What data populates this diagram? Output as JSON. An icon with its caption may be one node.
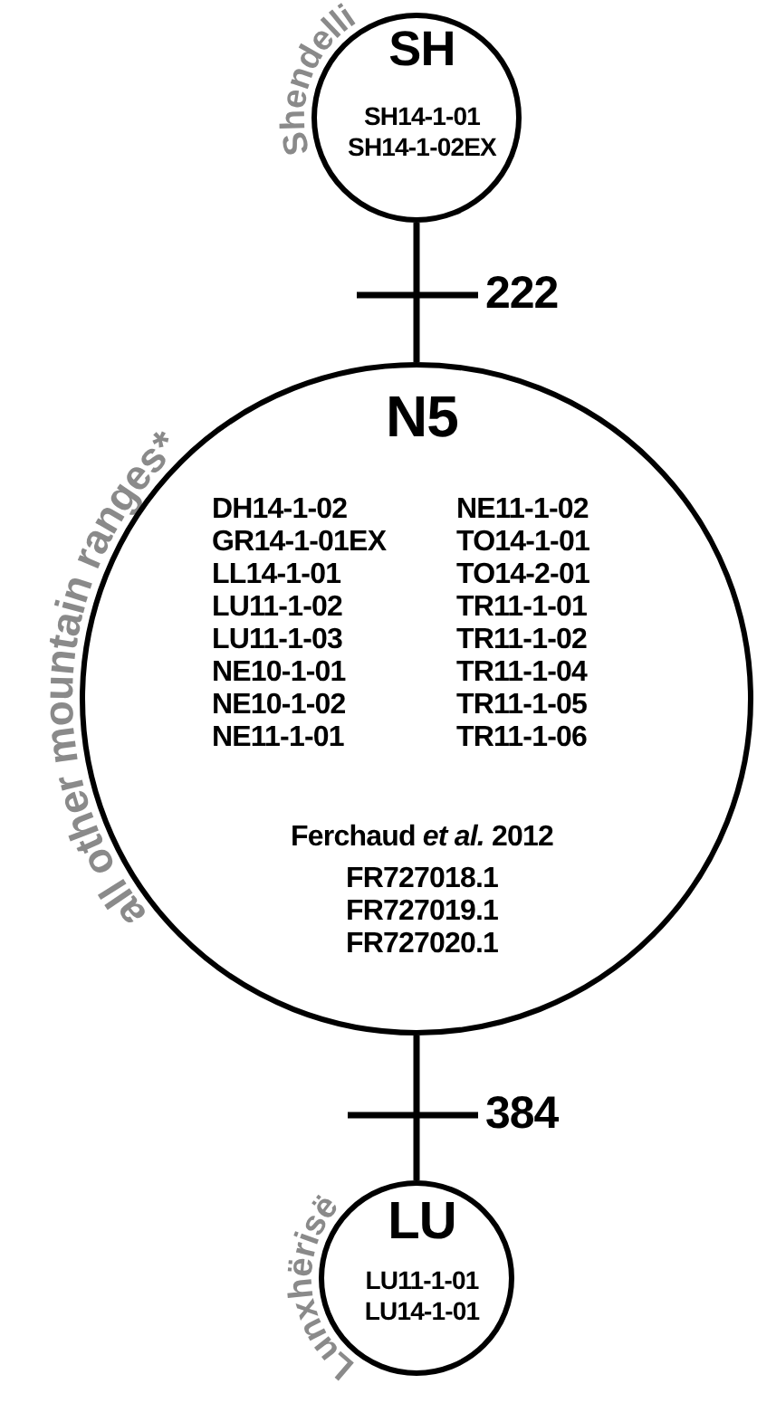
{
  "diagram": {
    "nodes": [
      {
        "text": [
          "Shendelli",
          "SH",
          "SH14-1-01 SH14-1-02EX"
        ]
      },
      {
        "text": [
          "all other mountain ranges*",
          "N5",
          "DH14-1-02 GR14-1-01EX LL14-1-01 LU11-1-02 LU11-1-03 NE10-1-01 NE10-1-02 NE11-1-01",
          "NE11-1-02 TO14-1-01 TO14-2-01 TR11-1-01 TR11-1-02 TR11-1-04 TR11-1-05 TR11-1-06",
          "Ferchaud *et al.* 2012",
          "FR727018.1 FR727019.1 FR727020.1"
        ]
      },
      {
        "text": [
          "Lunxhërisë",
          "LU",
          "LU11-1-01 LU14-1-01"
        ]
      }
    ],
    "edges": [
      {
        "from": 0,
        "to": 1,
        "arrow": "none",
        "label": "222"
      },
      {
        "from": 1,
        "to": 2,
        "arrow": "none",
        "label": "384"
      }
    ]
  }
}
